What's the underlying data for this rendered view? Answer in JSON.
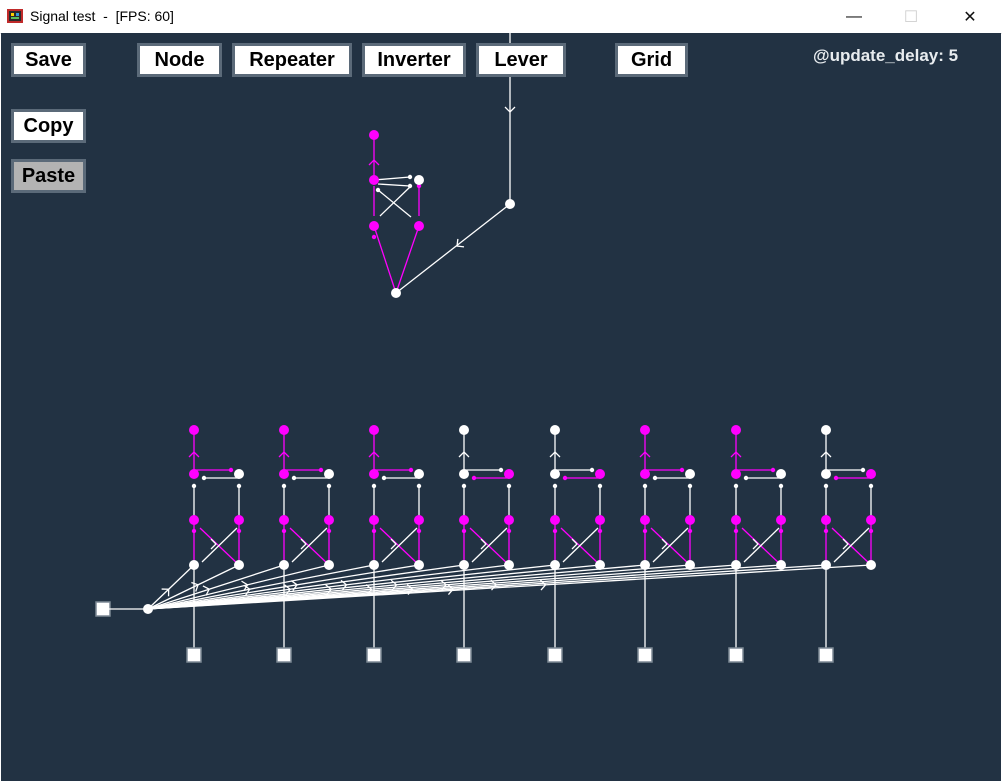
{
  "window": {
    "title": "Signal test  -  [FPS: 60]",
    "controls": {
      "minimize": "—",
      "maximize": "☐",
      "close": "✕"
    }
  },
  "toolbar": {
    "save": "Save",
    "node": "Node",
    "repeater": "Repeater",
    "inverter": "Inverter",
    "lever": "Lever",
    "grid": "Grid",
    "copy": "Copy",
    "paste": "Paste"
  },
  "status": {
    "update_delay_label": "@update_delay:",
    "update_delay_value": "5"
  },
  "circuit": {
    "colors": {
      "background": "#223243",
      "active": "#ff00ff",
      "inactive": "#ffffff"
    },
    "top_cell_states": [
      "on",
      "on",
      "on",
      "off",
      "off",
      "on",
      "on",
      "off"
    ],
    "latch_states": [
      "left",
      "left",
      "left",
      "right",
      "right",
      "left",
      "left",
      "right"
    ]
  }
}
